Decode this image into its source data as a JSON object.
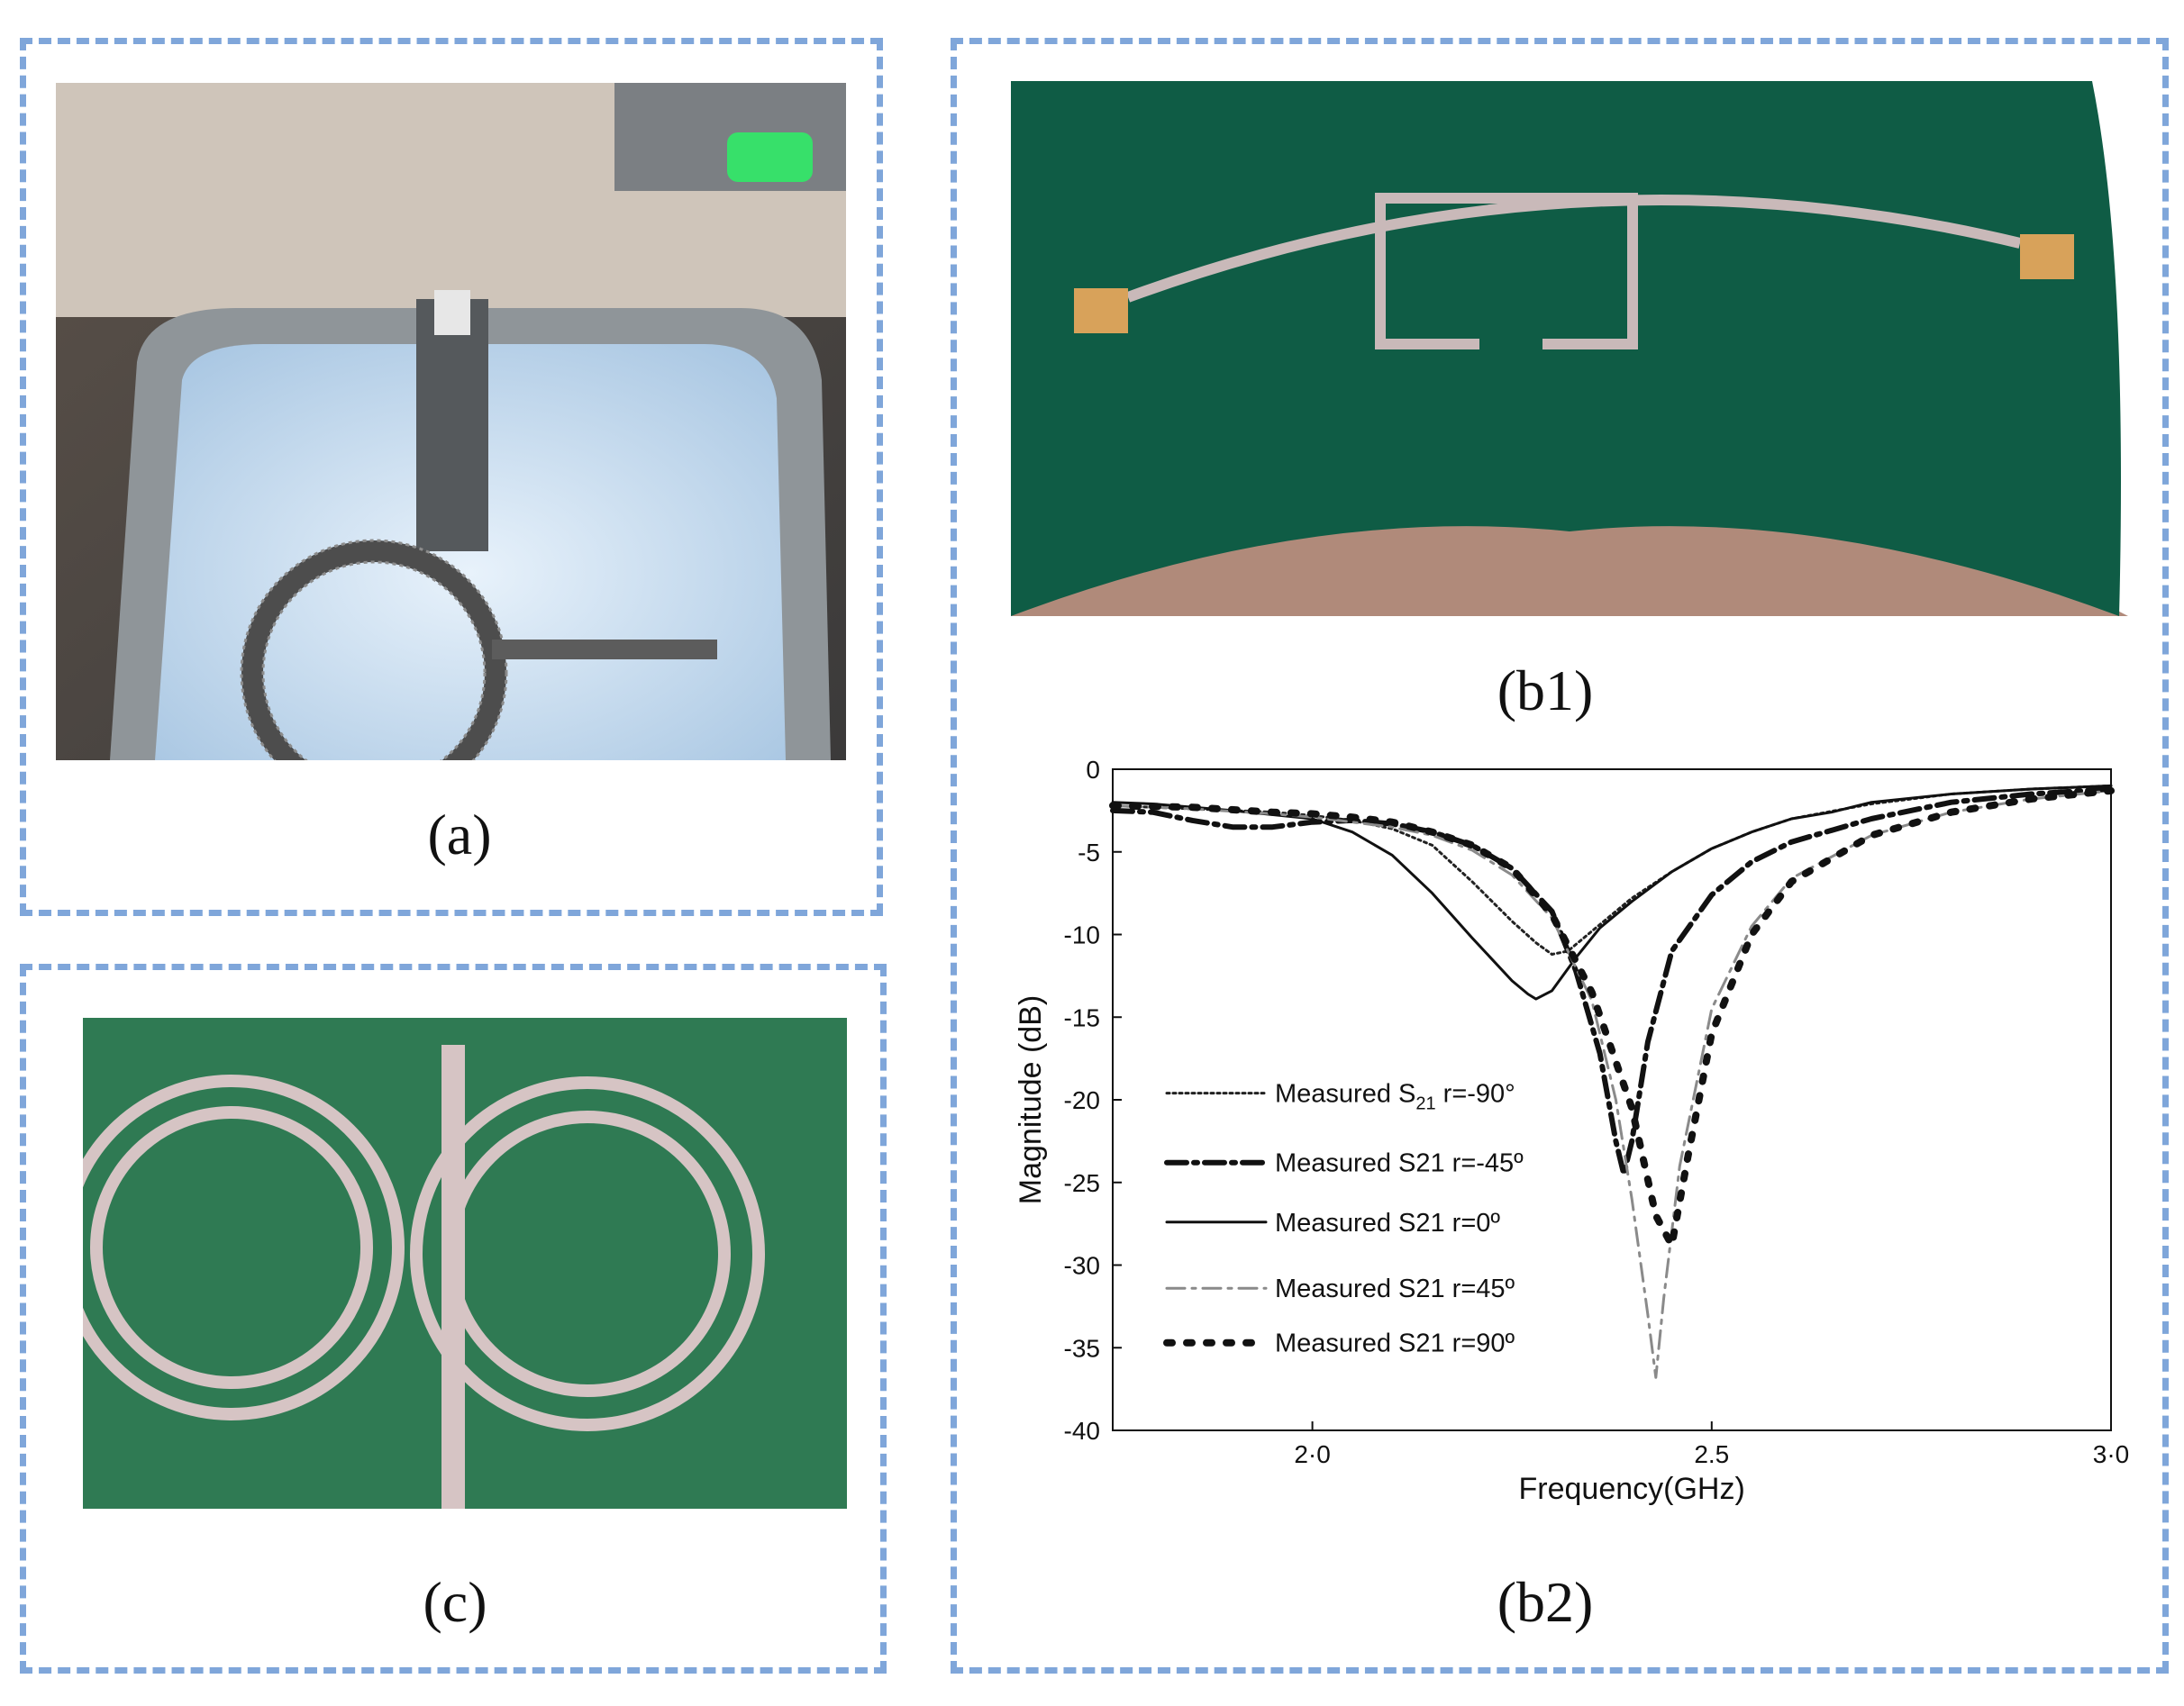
{
  "captions": {
    "a": "(a)",
    "b1": "(b1)",
    "b2": "(b2)",
    "c": "(c)"
  },
  "colors": {
    "frame": "#7fa6da",
    "felt_green": "#0f5c45",
    "felt_green_c": "#2f7a53",
    "thread": "#c9b9b9"
  },
  "chart_data": {
    "type": "line",
    "xlabel": "Frequency(GHz)",
    "ylabel": "Magnitude (dB)",
    "xlim": [
      1.75,
      3.0
    ],
    "ylim": [
      -40,
      0
    ],
    "xticks": [
      {
        "value": 2.0,
        "label": "2·0"
      },
      {
        "value": 2.5,
        "label": "2.5"
      },
      {
        "value": 3.0,
        "label": "3·0"
      }
    ],
    "yticks": [
      0,
      -5,
      -10,
      -15,
      -20,
      -25,
      -30,
      -35,
      -40
    ],
    "legend_placement": "center-left",
    "series": [
      {
        "name_prefix": "Measured S",
        "name_sub": "21",
        "name_suffix": " r=-90°",
        "style": "dotted",
        "color": "#222222",
        "x": [
          1.75,
          1.85,
          1.95,
          2.0,
          2.05,
          2.1,
          2.15,
          2.2,
          2.25,
          2.28,
          2.3,
          2.32,
          2.35,
          2.4,
          2.45,
          2.5,
          2.55,
          2.6,
          2.7,
          2.8,
          2.9,
          3.0
        ],
        "y": [
          -2.2,
          -2.4,
          -2.6,
          -2.8,
          -3.1,
          -3.6,
          -4.6,
          -6.8,
          -9.2,
          -10.5,
          -11.2,
          -11.0,
          -9.8,
          -7.8,
          -6.2,
          -4.8,
          -3.8,
          -3.0,
          -2.1,
          -1.5,
          -1.2,
          -1.0
        ]
      },
      {
        "name": "Measured S21 r=-45º",
        "style": "dashdot",
        "color": "#111111",
        "x": [
          1.75,
          1.8,
          1.85,
          1.9,
          1.95,
          2.0,
          2.05,
          2.1,
          2.15,
          2.2,
          2.25,
          2.3,
          2.33,
          2.36,
          2.38,
          2.39,
          2.4,
          2.42,
          2.45,
          2.5,
          2.55,
          2.6,
          2.7,
          2.8,
          2.9,
          3.0
        ],
        "y": [
          -2.5,
          -2.6,
          -3.1,
          -3.5,
          -3.5,
          -3.2,
          -3.1,
          -3.3,
          -3.8,
          -4.6,
          -6.0,
          -8.6,
          -12.2,
          -17.2,
          -22.5,
          -24.5,
          -22.5,
          -16.5,
          -11.0,
          -7.6,
          -5.6,
          -4.4,
          -3.0,
          -2.0,
          -1.5,
          -1.2
        ]
      },
      {
        "name": "Measured S21 r=0º",
        "style": "solid",
        "color": "#111111",
        "x": [
          1.75,
          1.8,
          1.9,
          2.0,
          2.05,
          2.1,
          2.15,
          2.2,
          2.25,
          2.27,
          2.28,
          2.3,
          2.33,
          2.36,
          2.4,
          2.45,
          2.5,
          2.55,
          2.6,
          2.65,
          2.7,
          2.8,
          2.9,
          3.0
        ],
        "y": [
          -2.0,
          -2.1,
          -2.5,
          -3.0,
          -3.8,
          -5.2,
          -7.5,
          -10.2,
          -12.8,
          -13.6,
          -13.9,
          -13.4,
          -11.4,
          -9.6,
          -8.0,
          -6.2,
          -4.8,
          -3.8,
          -3.0,
          -2.6,
          -2.0,
          -1.5,
          -1.2,
          -1.0
        ]
      },
      {
        "name": "Measured S21 r=45º",
        "style": "dashdot-gray",
        "color": "#8a8a8a",
        "x": [
          1.75,
          1.85,
          1.95,
          2.0,
          2.05,
          2.1,
          2.15,
          2.2,
          2.25,
          2.3,
          2.35,
          2.38,
          2.4,
          2.42,
          2.43,
          2.44,
          2.46,
          2.5,
          2.55,
          2.6,
          2.7,
          2.8,
          2.9,
          3.0
        ],
        "y": [
          -2.2,
          -2.4,
          -2.7,
          -2.9,
          -3.2,
          -3.5,
          -4.0,
          -4.9,
          -6.4,
          -9.0,
          -14.0,
          -20.0,
          -26.0,
          -33.0,
          -36.8,
          -32.0,
          -24.0,
          -14.5,
          -9.5,
          -6.6,
          -4.0,
          -2.6,
          -1.8,
          -1.3
        ]
      },
      {
        "name": "Measured S21 r=90º",
        "style": "heavy-dotted",
        "color": "#111111",
        "x": [
          1.75,
          1.85,
          1.95,
          2.0,
          2.05,
          2.1,
          2.15,
          2.2,
          2.25,
          2.3,
          2.35,
          2.4,
          2.43,
          2.45,
          2.47,
          2.5,
          2.55,
          2.6,
          2.7,
          2.8,
          2.9,
          3.0
        ],
        "y": [
          -2.2,
          -2.3,
          -2.6,
          -2.7,
          -2.9,
          -3.2,
          -3.8,
          -4.6,
          -6.0,
          -8.8,
          -13.5,
          -20.5,
          -27.0,
          -28.8,
          -23.5,
          -16.0,
          -10.0,
          -6.8,
          -4.0,
          -2.6,
          -1.8,
          -1.3
        ]
      }
    ]
  }
}
